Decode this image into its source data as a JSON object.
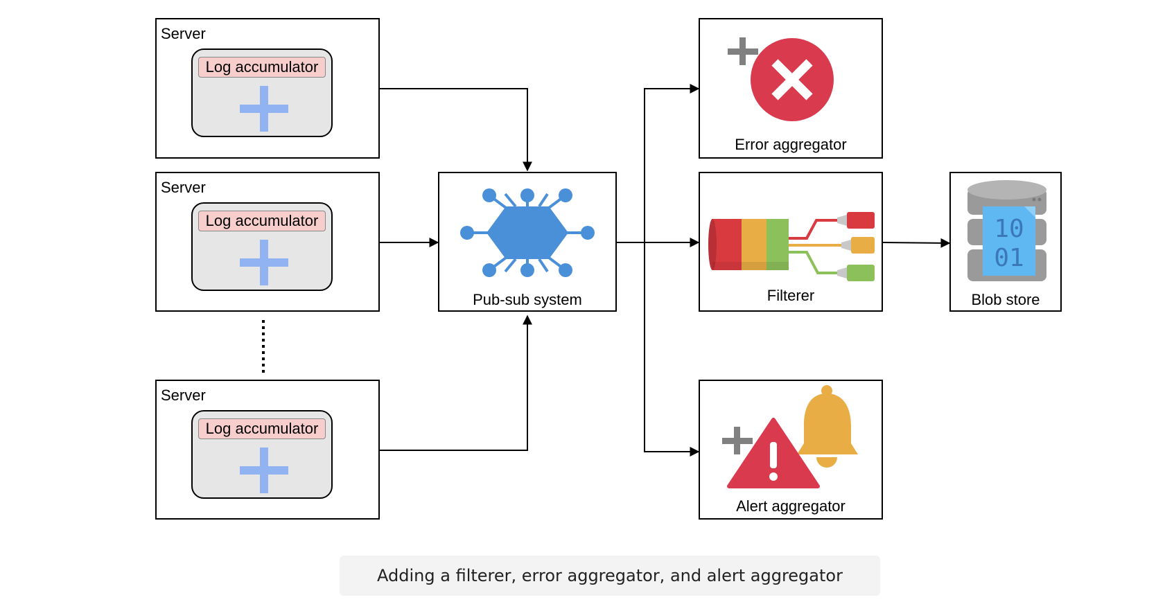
{
  "servers": [
    {
      "label": "Server",
      "accumulator": "Log accumulator"
    },
    {
      "label": "Server",
      "accumulator": "Log accumulator"
    },
    {
      "label": "Server",
      "accumulator": "Log accumulator"
    }
  ],
  "pubsub": {
    "label": "Pub-sub system"
  },
  "error_aggregator": {
    "label": "Error aggregator"
  },
  "filterer": {
    "label": "Filterer"
  },
  "alert_aggregator": {
    "label": "Alert aggregator"
  },
  "blob_store": {
    "label": "Blob store",
    "binary_top": "10",
    "binary_bottom": "01"
  },
  "caption": "Adding a filterer, error aggregator, and alert aggregator",
  "colors": {
    "accumulator_fill": "#e6e6e6",
    "accumulator_label": "#f8cecc",
    "plus": "#92b3f1",
    "pubsub": "#4a90d9",
    "error": "#d93a4e",
    "bell": "#e8ad45",
    "filter_red": "#d93a40",
    "filter_yellow": "#e8ad45",
    "filter_green": "#8cc05a"
  }
}
